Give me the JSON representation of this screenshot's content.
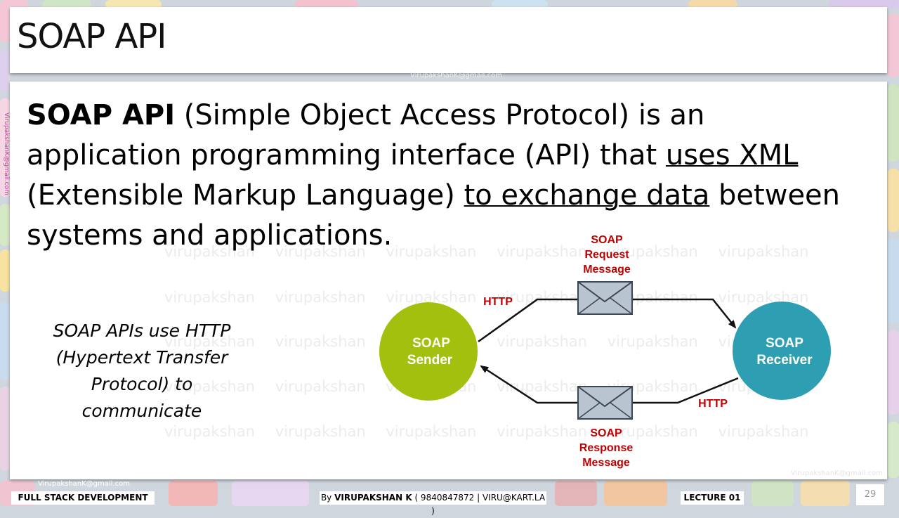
{
  "slide": {
    "title": "SOAP API",
    "paragraph": {
      "bold_term": "SOAP API",
      "text_1": " (Simple Object Access Protocol) is an application programming interface (API) that ",
      "underline_1": "uses XML ",
      "text_2": "(Extensible Markup Language) ",
      "underline_2": "to exchange data",
      "text_3": " between systems and applications."
    },
    "side_note": "SOAP APIs use HTTP (Hypertext Transfer Protocol) to communicate"
  },
  "diagram": {
    "sender_line1": "SOAP",
    "sender_line2": "Sender",
    "receiver_line1": "SOAP",
    "receiver_line2": "Receiver",
    "request_line1": "SOAP",
    "request_line2": "Request",
    "request_line3": "Message",
    "response_line1": "SOAP",
    "response_line2": "Response",
    "response_line3": "Message",
    "http_top": "HTTP",
    "http_bottom": "HTTP",
    "colors": {
      "sender": "#a4c00f",
      "receiver": "#2e9fb2",
      "label_red": "#c00000",
      "envelope": "#b8c4cf"
    }
  },
  "watermark": {
    "word": "virupakshan",
    "email": "VirupakshanK@gmail.com"
  },
  "footer": {
    "course": "FULL STACK DEVELOPMENT",
    "author_prefix": "By ",
    "author_name": "VIRUPAKSHAN K",
    "author_contact": " ( 9840847872 | VIRU@KART.LA )",
    "lecture": "LECTURE 01",
    "page_number": "29"
  }
}
